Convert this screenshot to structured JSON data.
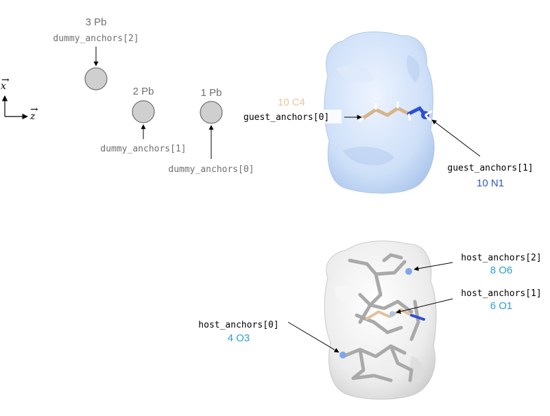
{
  "dummy": {
    "atoms": [
      {
        "label": "3 Pb",
        "anchor": "dummy_anchors[2]"
      },
      {
        "label": "2 Pb",
        "anchor": "dummy_anchors[1]"
      },
      {
        "label": "1 Pb",
        "anchor": "dummy_anchors[0]"
      }
    ]
  },
  "axes": {
    "x": "x",
    "z": "z"
  },
  "guest": {
    "anchor0": {
      "name": "guest_anchors[0]",
      "atom": "10 C4"
    },
    "anchor1": {
      "name": "guest_anchors[1]",
      "atom": "10 N1"
    }
  },
  "host": {
    "anchor0": {
      "name": "host_anchors[0]",
      "atom": "4 O3"
    },
    "anchor1": {
      "name": "host_anchors[1]",
      "atom": "6 O1"
    },
    "anchor2": {
      "name": "host_anchors[2]",
      "atom": "8 O6"
    }
  },
  "colors": {
    "dummy_fill": "#cfcfcf",
    "gray_text": "#6f6f6f",
    "blue_text": "#2a9fd6",
    "tan_text": "#e8c79c",
    "navy_text": "#2f57c7",
    "guest_surface": "#c9dcf7",
    "host_surface": "#e9e9e9"
  }
}
